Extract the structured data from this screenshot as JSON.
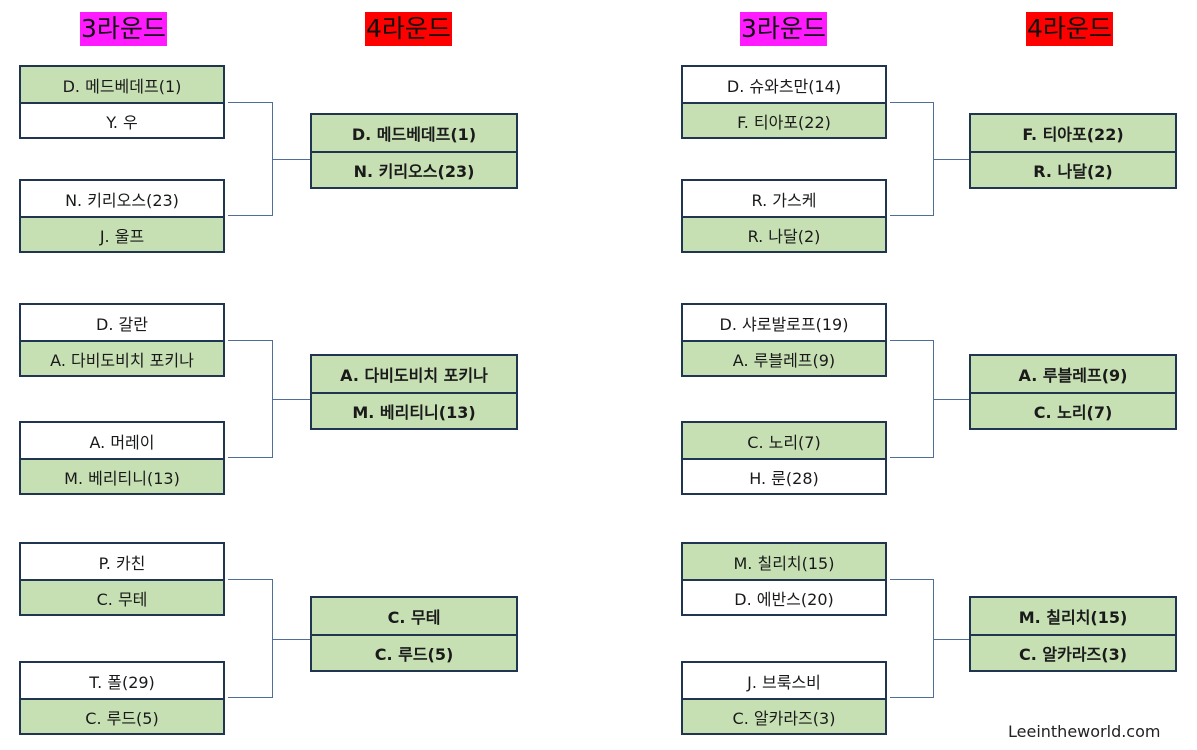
{
  "headers": {
    "left_r3": "3라운드",
    "left_r4": "4라운드",
    "right_r3": "3라운드",
    "right_r4": "4라운드"
  },
  "colors": {
    "r3_header": "#ff1aff",
    "r4_header": "#ff0000",
    "winner_fill": "#c6e0b4",
    "border": "#1f3550"
  },
  "left": {
    "round3": [
      [
        {
          "name": "D. 메드베데프(1)",
          "win": true
        },
        {
          "name": "Y. 우",
          "win": false
        }
      ],
      [
        {
          "name": "N. 키리오스(23)",
          "win": false
        },
        {
          "name": "J. 울프",
          "win": true
        }
      ],
      [
        {
          "name": "D. 갈란",
          "win": false
        },
        {
          "name": "A. 다비도비치 포키나",
          "win": true
        }
      ],
      [
        {
          "name": "A. 머레이",
          "win": false
        },
        {
          "name": "M. 베리티니(13)",
          "win": true
        }
      ],
      [
        {
          "name": "P. 카친",
          "win": false
        },
        {
          "name": "C. 무테",
          "win": true
        }
      ],
      [
        {
          "name": "T. 폴(29)",
          "win": false
        },
        {
          "name": "C. 루드(5)",
          "win": true
        }
      ]
    ],
    "round4": [
      [
        {
          "name": "D. 메드베데프(1)",
          "win": true
        },
        {
          "name": "N. 키리오스(23)",
          "win": true
        }
      ],
      [
        {
          "name": "A. 다비도비치 포키나",
          "win": true
        },
        {
          "name": "M. 베리티니(13)",
          "win": true
        }
      ],
      [
        {
          "name": "C. 무테",
          "win": true
        },
        {
          "name": "C. 루드(5)",
          "win": true
        }
      ]
    ]
  },
  "right": {
    "round3": [
      [
        {
          "name": "D. 슈와츠만(14)",
          "win": false
        },
        {
          "name": "F. 티아포(22)",
          "win": true
        }
      ],
      [
        {
          "name": "R. 가스케",
          "win": false
        },
        {
          "name": "R. 나달(2)",
          "win": true
        }
      ],
      [
        {
          "name": "D. 샤로발로프(19)",
          "win": false
        },
        {
          "name": "A. 루블레프(9)",
          "win": true
        }
      ],
      [
        {
          "name": "C. 노리(7)",
          "win": true
        },
        {
          "name": "H. 룬(28)",
          "win": false
        }
      ],
      [
        {
          "name": "M. 칠리치(15)",
          "win": true
        },
        {
          "name": "D. 에반스(20)",
          "win": false
        }
      ],
      [
        {
          "name": "J. 브룩스비",
          "win": false
        },
        {
          "name": "C. 알카라즈(3)",
          "win": true
        }
      ]
    ],
    "round4": [
      [
        {
          "name": "F. 티아포(22)",
          "win": true
        },
        {
          "name": "R. 나달(2)",
          "win": true
        }
      ],
      [
        {
          "name": "A. 루블레프(9)",
          "win": true
        },
        {
          "name": "C. 노리(7)",
          "win": true
        }
      ],
      [
        {
          "name": "M. 칠리치(15)",
          "win": true
        },
        {
          "name": "C. 알카라즈(3)",
          "win": true
        }
      ]
    ]
  },
  "watermark": "Leeintheworld.com"
}
